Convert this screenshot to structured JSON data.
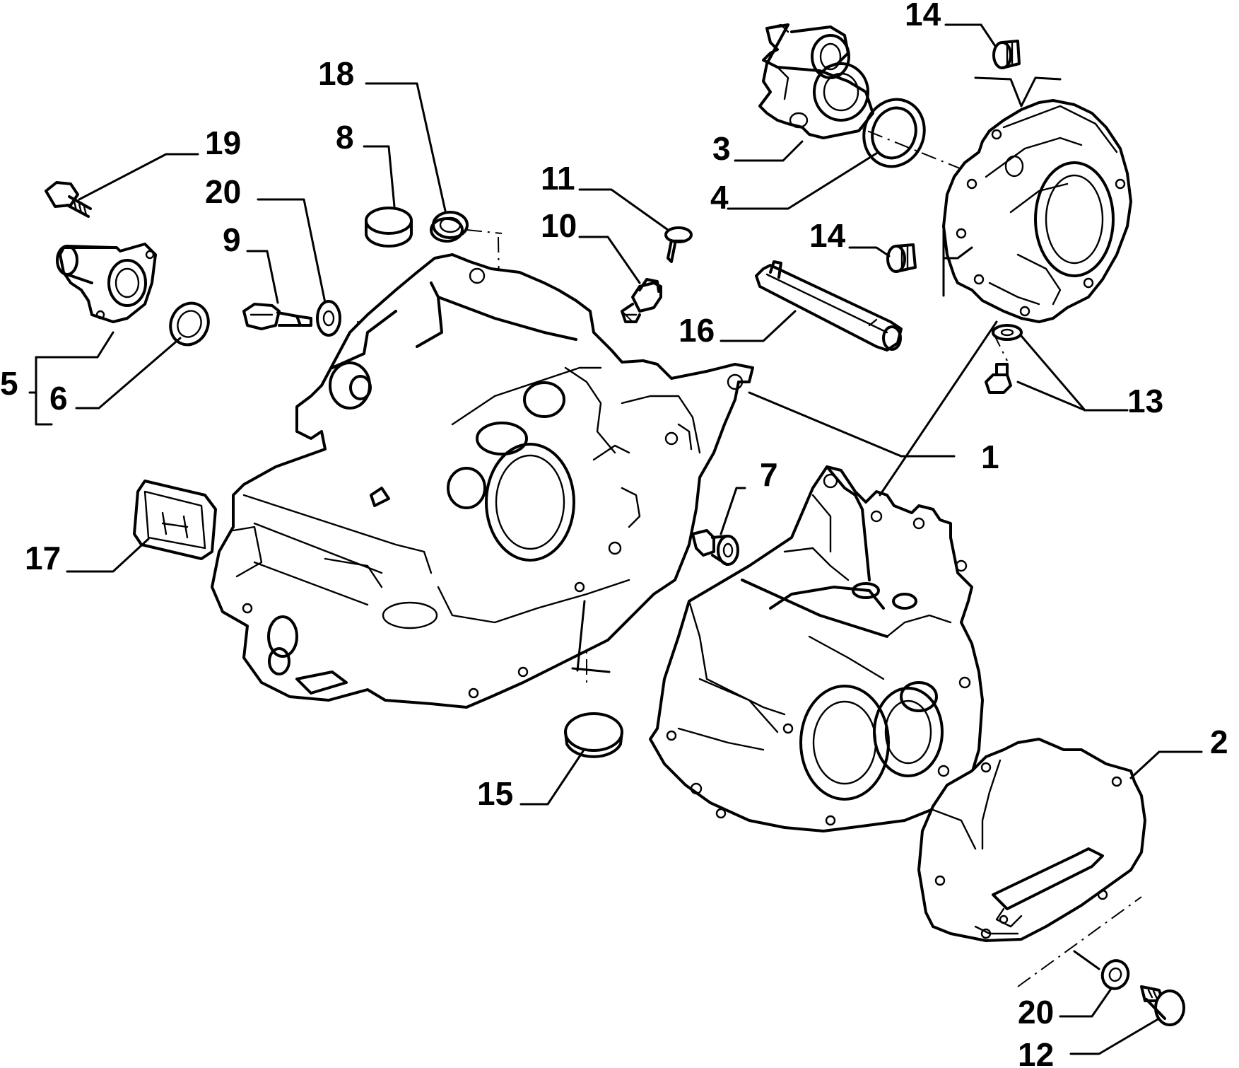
{
  "callouts": {
    "c1": "1",
    "c2": "2",
    "c3": "3",
    "c4": "4",
    "c5": "5",
    "c6": "6",
    "c7": "7",
    "c8": "8",
    "c9": "9",
    "c10": "10",
    "c11": "11",
    "c12": "12",
    "c13": "13",
    "c14a": "14",
    "c14b": "14",
    "c15": "15",
    "c16": "16",
    "c17": "17",
    "c18": "18",
    "c19": "19",
    "c20a": "20",
    "c20b": "20"
  }
}
